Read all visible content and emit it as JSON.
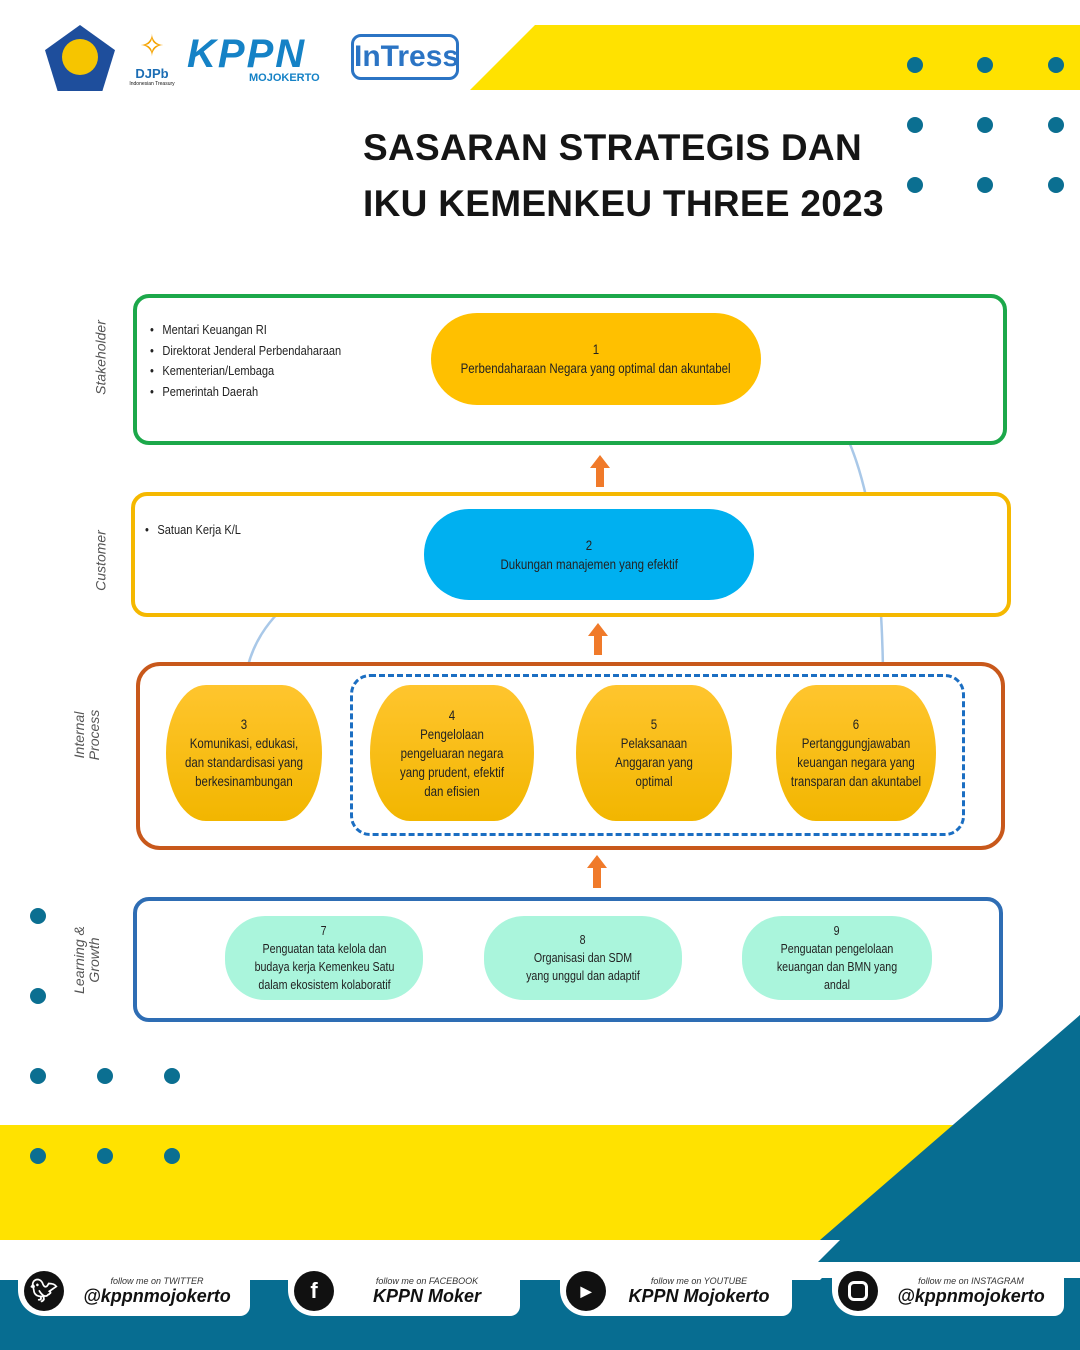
{
  "logos": {
    "djpb": "DJPb",
    "djpb_sub": "Indonesian Treasury",
    "kppn": "KPPN",
    "kppn_sub": "MOJOKERTO",
    "intress": "InTress"
  },
  "title": {
    "line1": "SASARAN STRATEGIS DAN",
    "line2": "IKU KEMENKEU THREE 2023"
  },
  "perspectives": {
    "stakeholder": {
      "label": "Stakeholder",
      "items": [
        "Mentari Keuangan RI",
        "Direktorat Jenderal Perbendaharaan",
        "Kementerian/Lembaga",
        "Pemerintah Daerah"
      ]
    },
    "customer": {
      "label": "Customer",
      "items": [
        "Satuan Kerja K/L"
      ]
    },
    "internal": {
      "label": "Internal Process"
    },
    "learning": {
      "label": "Learning & Growth"
    }
  },
  "objectives": [
    {
      "num": "1",
      "text": "Perbendaharaan Negara yang optimal dan akuntabel"
    },
    {
      "num": "2",
      "text": "Dukungan manajemen yang efektif"
    },
    {
      "num": "3",
      "text": "Komunikasi, edukasi, dan standardisasi yang berkesinambungan"
    },
    {
      "num": "4",
      "text": "Pengelolaan pengeluaran negara yang prudent, efektif dan efisien"
    },
    {
      "num": "5",
      "text": "Pelaksanaan Anggaran yang optimal"
    },
    {
      "num": "6",
      "text": "Pertanggungjawaban keuangan negara yang transparan dan akuntabel"
    },
    {
      "num": "7",
      "text": "Penguatan tata kelola dan budaya kerja Kemenkeu Satu dalam ekosistem kolaboratif"
    },
    {
      "num": "8",
      "text": "Organisasi dan SDM yang unggul dan adaptif"
    },
    {
      "num": "9",
      "text": "Penguatan pengelolaan keuangan dan BMN yang andal"
    }
  ],
  "social": [
    {
      "caption": "follow me on TWITTER",
      "handle": "@kppnmojokerto",
      "icon": "twitter-icon"
    },
    {
      "caption": "follow me on FACEBOOK",
      "handle": "KPPN Moker",
      "icon": "facebook-icon"
    },
    {
      "caption": "follow me on YOUTUBE",
      "handle": "KPPN Mojokerto",
      "icon": "youtube-icon"
    },
    {
      "caption": "follow me on INSTAGRAM",
      "handle": "@kppnmojokerto",
      "icon": "instagram-icon"
    }
  ],
  "colors": {
    "yellow": "#FFE200",
    "teal": "#076D91",
    "green": "#1CA84A",
    "orange": "#F5B800",
    "rust": "#C8581B",
    "blue": "#2E6DB4"
  }
}
